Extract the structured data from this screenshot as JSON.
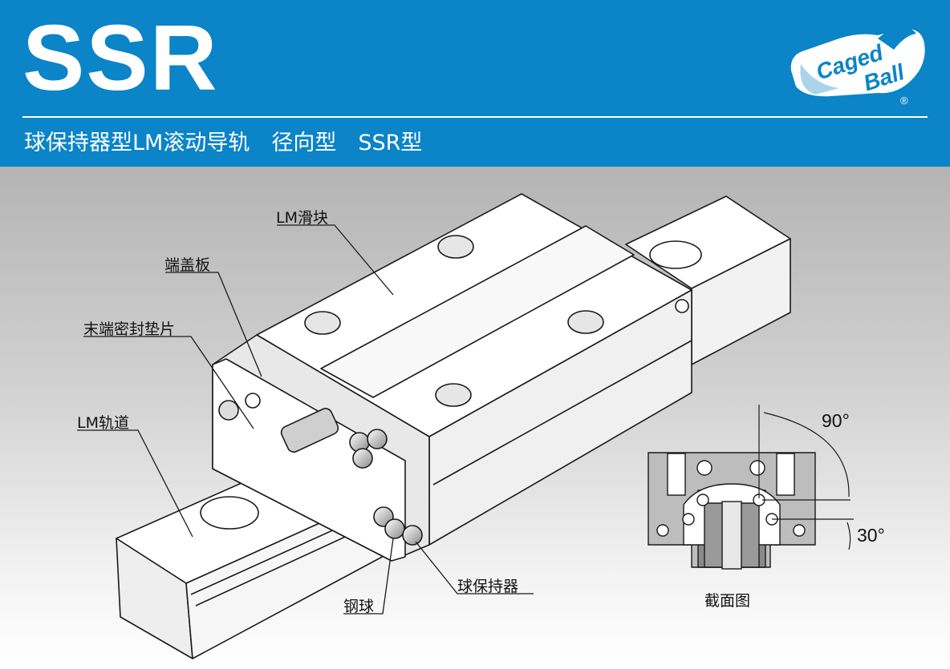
{
  "header": {
    "series_name": "SSR",
    "subtitle": "球保持器型LM滚动导轨　径向型　SSR型",
    "logo": {
      "word1": "Caged",
      "word2": "Ball",
      "registered": "®"
    }
  },
  "colors": {
    "header_blue": "#0b84c8",
    "text_white": "#ffffff"
  },
  "labels": {
    "lm_block": "LM滑块",
    "end_plate": "端盖板",
    "end_seal": "末端密封垫片",
    "lm_rail": "LM轨道",
    "steel_ball": "钢球",
    "ball_cage": "球保持器",
    "cross_section": "截面图"
  },
  "angles": {
    "upper": "90°",
    "lower": "30°"
  }
}
